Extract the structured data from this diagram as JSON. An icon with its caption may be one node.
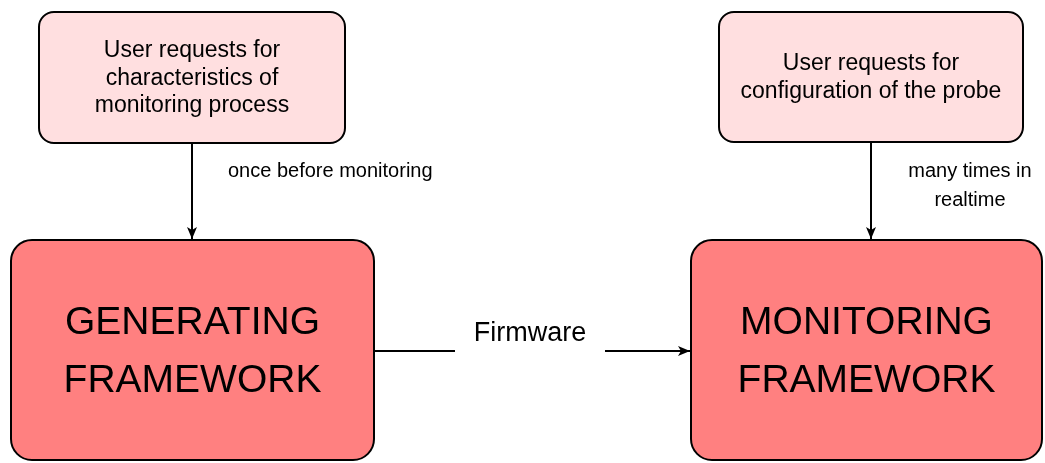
{
  "diagram": {
    "nodes": [
      {
        "text": [
          "User requests for characteristics of monitoring process"
        ]
      },
      {
        "text": [
          "GENERATING FRAMEWORK"
        ]
      },
      {
        "text": [
          "User requests for configuration of the probe"
        ]
      },
      {
        "text": [
          "MONITORING FRAMEWORK"
        ]
      }
    ],
    "edges": [
      {
        "from": 0,
        "to": 1,
        "arrow": "to",
        "label": "once before monitoring"
      },
      {
        "from": 2,
        "to": 3,
        "arrow": "to",
        "label": "many times in realtime"
      },
      {
        "from": 1,
        "to": 3,
        "arrow": "to",
        "label": "Firmware"
      }
    ]
  }
}
